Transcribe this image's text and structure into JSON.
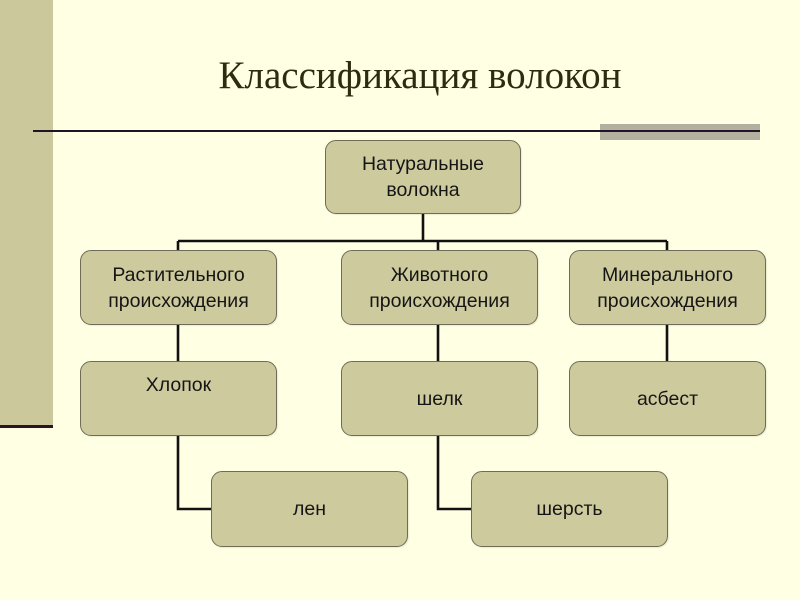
{
  "slide": {
    "title": "Классификация волокон",
    "colors": {
      "background": "#ffffe3",
      "sidebar": "#cbc99b",
      "node_fill": "#cdcb9d",
      "node_border": "#6e6c56",
      "title_text": "#2d2c0e",
      "connector": "#111111"
    }
  },
  "diagram": {
    "root": {
      "lines": [
        "Натуральные",
        "волокна"
      ]
    },
    "categories": [
      {
        "lines": [
          "Растительного",
          "происхождения"
        ],
        "children": [
          "Хлопок",
          "лен"
        ]
      },
      {
        "lines": [
          "Животного",
          "происхождения"
        ],
        "children": [
          "шелк",
          "шерсть"
        ]
      },
      {
        "lines": [
          "Минерального",
          "происхождения"
        ],
        "children": [
          "асбест"
        ]
      }
    ]
  }
}
